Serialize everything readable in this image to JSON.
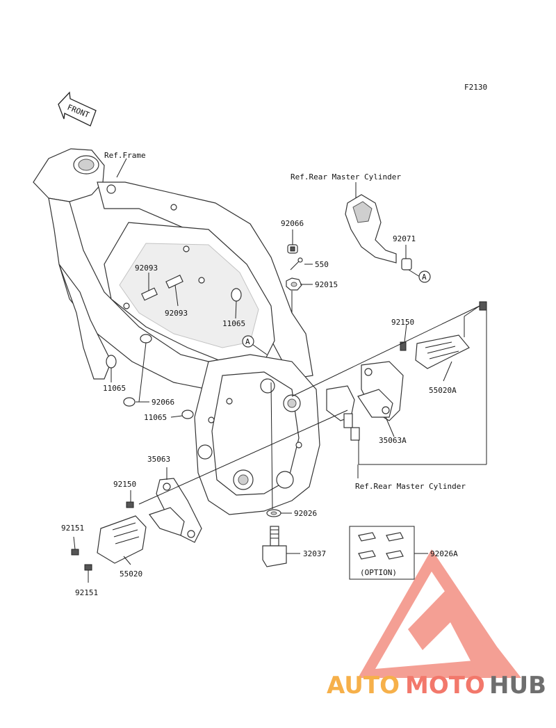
{
  "figure_code": "F2130",
  "front_arrow_label": "FRONT",
  "labels": {
    "ref_frame": "Ref.Frame",
    "ref_rear_master_cylinder_top": "Ref.Rear Master Cylinder",
    "ref_rear_master_cylinder_bottom": "Ref.Rear Master Cylinder",
    "p92066_top": "92066",
    "p550": "550",
    "p92015": "92015",
    "p92071": "92071",
    "p92093_a": "92093",
    "p92093_b": "92093",
    "p11065_center": "11065",
    "p11065_left": "11065",
    "p11065_lower": "11065",
    "p92066_left": "92066",
    "p92150_right": "92150",
    "p55020A": "55020A",
    "p35063A": "35063A",
    "p35063": "35063",
    "p92150_left": "92150",
    "p92151_top": "92151",
    "p92151_bottom": "92151",
    "p55020": "55020",
    "p92026": "92026",
    "p32037": "32037",
    "p92026A": "92026A",
    "option": "(OPTION)"
  },
  "callouts": {
    "a_top": "A",
    "a_frame": "A"
  },
  "watermark": {
    "auto": "AUTO",
    "moto": "MOTO",
    "hub": "HUB"
  },
  "colors": {
    "watermark_red": "#f2786b",
    "watermark_orange": "#f6b04a",
    "watermark_gray": "#6e6e6e"
  }
}
